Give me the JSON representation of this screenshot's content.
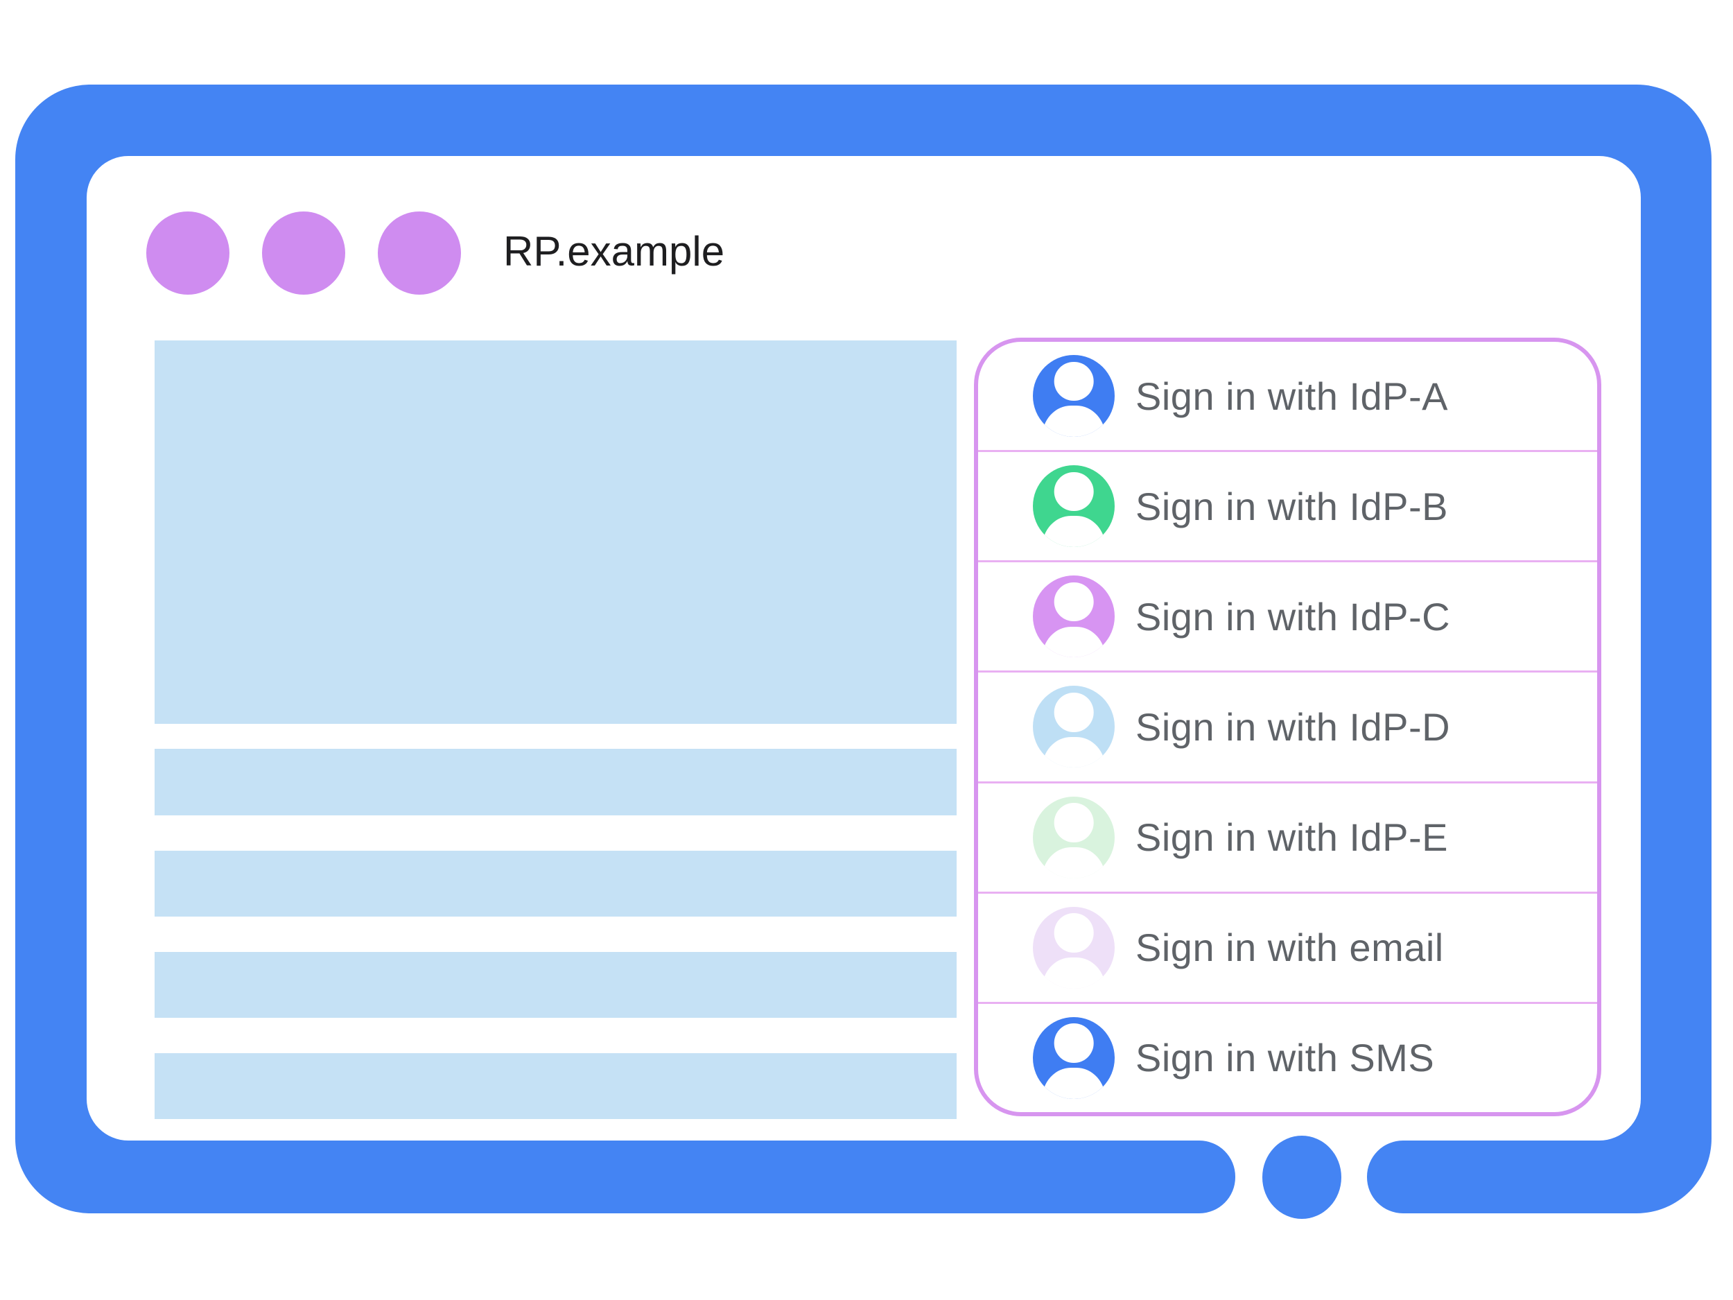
{
  "browser": {
    "title": "RP.example",
    "frame_color": "#4484f3",
    "window_dots": {
      "count": 3,
      "color": "#cf8cf0"
    },
    "content_placeholders": {
      "color": "#c5e1f5",
      "hero_blocks": 1,
      "bars": 4
    }
  },
  "signin_panel": {
    "border_color": "#d795ef",
    "separator_color": "#e9b0f2",
    "label_color": "#5f6368",
    "options": [
      {
        "label": "Sign in with IdP-A",
        "avatar_color": "#3f7df2",
        "avatar_style": "background:#3f7df2"
      },
      {
        "label": "Sign in with IdP-B",
        "avatar_color": "#3fd68f",
        "avatar_style": "background:#3fd68f"
      },
      {
        "label": "Sign in with IdP-C",
        "avatar_color": "#d794f2",
        "avatar_style": "background:#d794f2"
      },
      {
        "label": "Sign in with IdP-D",
        "avatar_color": "#bedff5",
        "avatar_style": "background:#bedff5"
      },
      {
        "label": "Sign in with IdP-E",
        "avatar_color": "#d9f3de",
        "avatar_style": "background:#d9f3de"
      },
      {
        "label": "Sign in with email",
        "avatar_color": "#eee0f8",
        "avatar_style": "background:#eee0f8"
      },
      {
        "label": "Sign in with SMS",
        "avatar_color": "#3f7df2",
        "avatar_style": "background:#3f7df2"
      }
    ]
  }
}
